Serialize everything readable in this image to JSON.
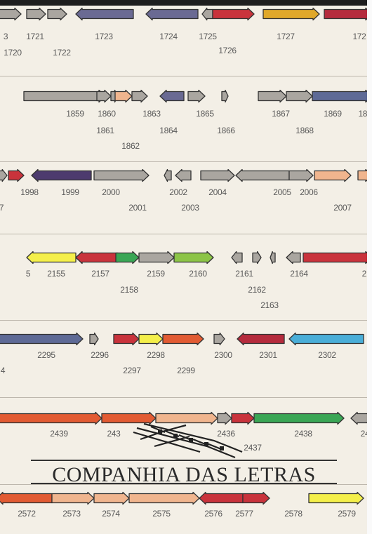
{
  "colors": {
    "gray": "#aaa6a0",
    "purple": "#6a6a93",
    "violet": "#4d3b6e",
    "red": "#c9333c",
    "crimson": "#b52b3d",
    "peach": "#f0b58e",
    "yellow": "#f4ef4a",
    "gold": "#e0a82a",
    "green": "#3aa655",
    "lime": "#8cc447",
    "orange": "#e25b33",
    "cyan": "#4aaed8",
    "slate": "#5e6a96"
  },
  "logo": {
    "text": "COMPANHIA DAS LETRAS",
    "mark_icon": "hand-drawn-chain-icon"
  },
  "tracks": [
    {
      "id": "track-1",
      "genes": [
        {
          "color": "gray"
        },
        {
          "color": "gray"
        },
        {
          "color": "gray"
        },
        {
          "color": "purple"
        },
        {
          "color": "purple"
        },
        {
          "color": "gray"
        },
        {
          "color": "red"
        },
        {
          "color": "gold"
        },
        {
          "color": "crimson"
        }
      ],
      "labels": [
        "3",
        "1721",
        "1723",
        "1724",
        "1725",
        "1727",
        "172",
        "1720",
        "1722",
        "1726"
      ]
    },
    {
      "id": "track-2",
      "genes": [
        {
          "color": "gray"
        },
        {
          "color": "gray"
        },
        {
          "color": "gray"
        },
        {
          "color": "peach"
        },
        {
          "color": "gray"
        },
        {
          "color": "purple"
        },
        {
          "color": "gray"
        },
        {
          "color": "gray"
        },
        {
          "color": "gray"
        },
        {
          "color": "gray"
        },
        {
          "color": "slate"
        }
      ],
      "labels": [
        "1859",
        "1860",
        "1863",
        "1865",
        "1867",
        "1869",
        "187",
        "1861",
        "1864",
        "1866",
        "1868",
        "1862"
      ]
    },
    {
      "id": "track-3",
      "genes": [
        {
          "color": "gray"
        },
        {
          "color": "red"
        },
        {
          "color": "violet"
        },
        {
          "color": "gray"
        },
        {
          "color": "gray"
        },
        {
          "color": "gray"
        },
        {
          "color": "gray"
        },
        {
          "color": "gray"
        },
        {
          "color": "gray"
        },
        {
          "color": "peach"
        },
        {
          "color": "peach"
        }
      ],
      "labels": [
        "1998",
        "1999",
        "2000",
        "2002",
        "2004",
        "2005",
        "2006",
        "7",
        "2001",
        "2003",
        "2007"
      ]
    },
    {
      "id": "track-4",
      "genes": [
        {
          "color": "yellow"
        },
        {
          "color": "red"
        },
        {
          "color": "green"
        },
        {
          "color": "gray"
        },
        {
          "color": "lime"
        },
        {
          "color": "gray"
        },
        {
          "color": "gray"
        },
        {
          "color": "gray"
        },
        {
          "color": "gray"
        },
        {
          "color": "red"
        }
      ],
      "labels": [
        "5",
        "2155",
        "2157",
        "2159",
        "2160",
        "2161",
        "2164",
        "21",
        "2158",
        "2162",
        "2163"
      ]
    },
    {
      "id": "track-5",
      "genes": [
        {
          "color": "slate"
        },
        {
          "color": "gray"
        },
        {
          "color": "red"
        },
        {
          "color": "yellow"
        },
        {
          "color": "orange"
        },
        {
          "color": "gray"
        },
        {
          "color": "crimson"
        },
        {
          "color": "cyan"
        }
      ],
      "labels": [
        "2295",
        "2296",
        "2298",
        "2300",
        "2301",
        "2302",
        "4",
        "2297",
        "2299"
      ]
    },
    {
      "id": "track-6",
      "genes": [
        {
          "color": "orange"
        },
        {
          "color": "orange"
        },
        {
          "color": "peach"
        },
        {
          "color": "gray"
        },
        {
          "color": "red"
        },
        {
          "color": "green"
        },
        {
          "color": "gray"
        }
      ],
      "labels": [
        "2439",
        "243",
        "2436",
        "2438",
        "2437",
        "24"
      ]
    },
    {
      "id": "track-7",
      "genes": [
        {
          "color": "orange"
        },
        {
          "color": "peach"
        },
        {
          "color": "peach"
        },
        {
          "color": "peach"
        },
        {
          "color": "red"
        },
        {
          "color": "red"
        },
        {
          "color": "yellow"
        }
      ],
      "labels": [
        "2572",
        "2573",
        "2574",
        "2575",
        "2576",
        "2577",
        "2578",
        "2579"
      ]
    }
  ]
}
